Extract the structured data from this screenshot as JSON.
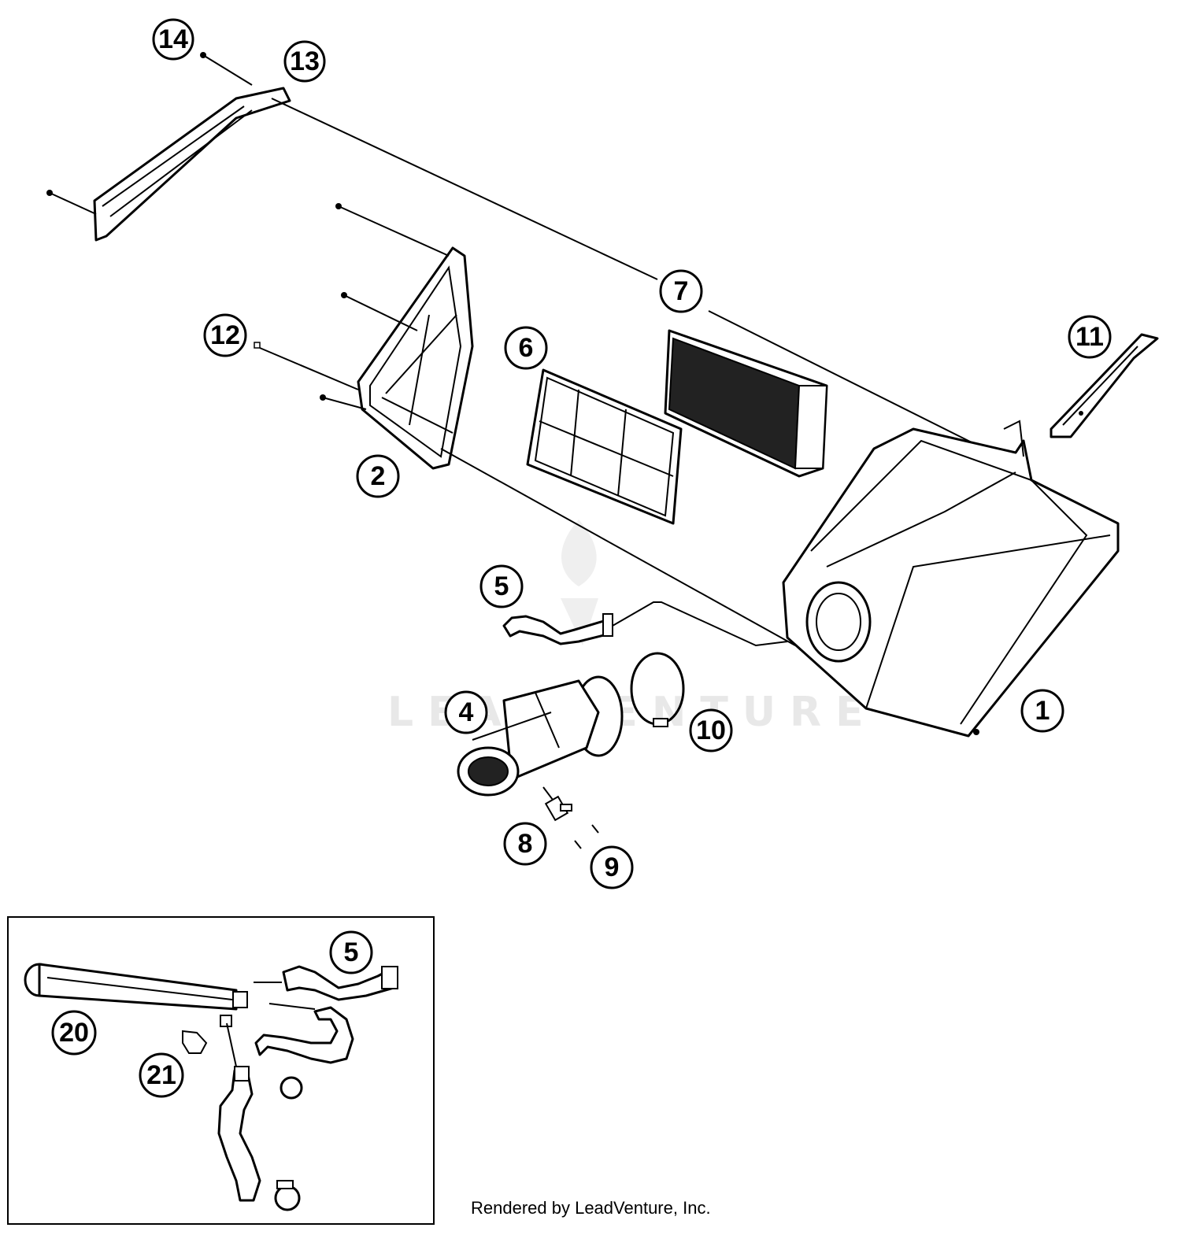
{
  "callouts": {
    "c1": "1",
    "c2": "2",
    "c4": "4",
    "c5": "5",
    "c5b": "5",
    "c6": "6",
    "c7": "7",
    "c8": "8",
    "c9": "9",
    "c10": "10",
    "c11": "11",
    "c12": "12",
    "c13": "13",
    "c14": "14",
    "c20": "20",
    "c21": "21"
  },
  "watermark": "LEADVENTURE",
  "footer": "Rendered by LeadVenture, Inc."
}
